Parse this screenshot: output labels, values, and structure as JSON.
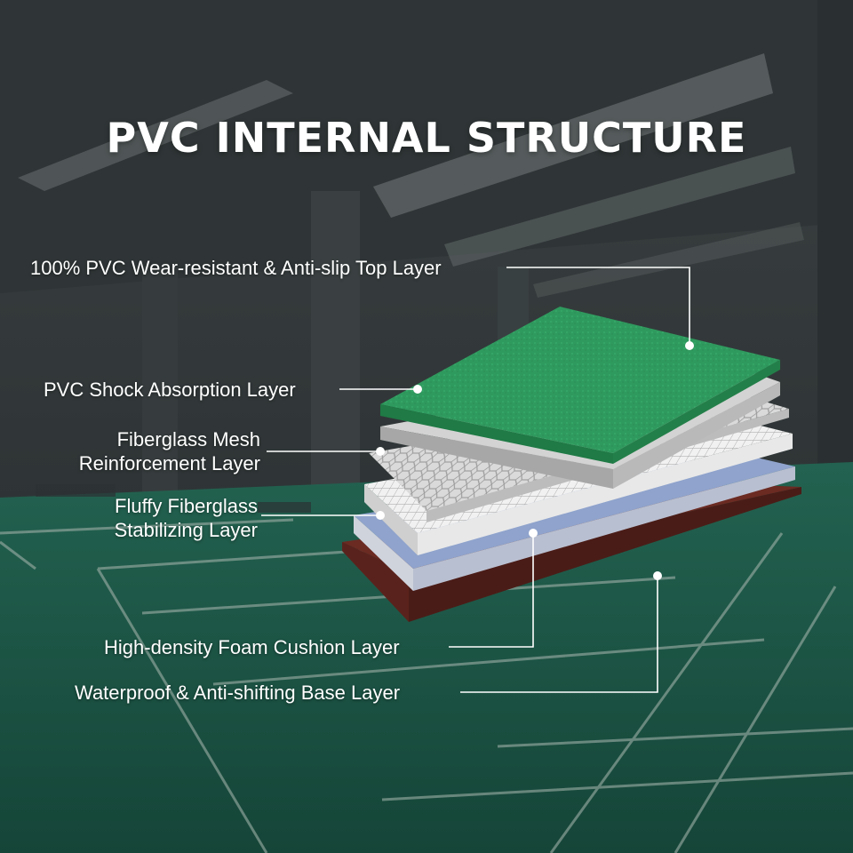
{
  "title": "PVC INTERNAL STRUCTURE",
  "layers": {
    "top": "100% PVC Wear-resistant & Anti-slip Top Layer",
    "shock": "PVC Shock Absorption Layer",
    "mesh": [
      "Fiberglass Mesh",
      "Reinforcement Layer"
    ],
    "fluffy": [
      "Fluffy Fiberglass",
      "Stabilizing Layer"
    ],
    "foam": "High-density Foam Cushion Layer",
    "base": "Waterproof & Anti-shifting Base Layer"
  },
  "colors": {
    "top_layer": "#2f9a5e",
    "base_layer": "#6b2a22",
    "blue_layer": "#8fa3cc",
    "court_floor": "#1f5a4a",
    "leader_lines": "#ffffff"
  }
}
